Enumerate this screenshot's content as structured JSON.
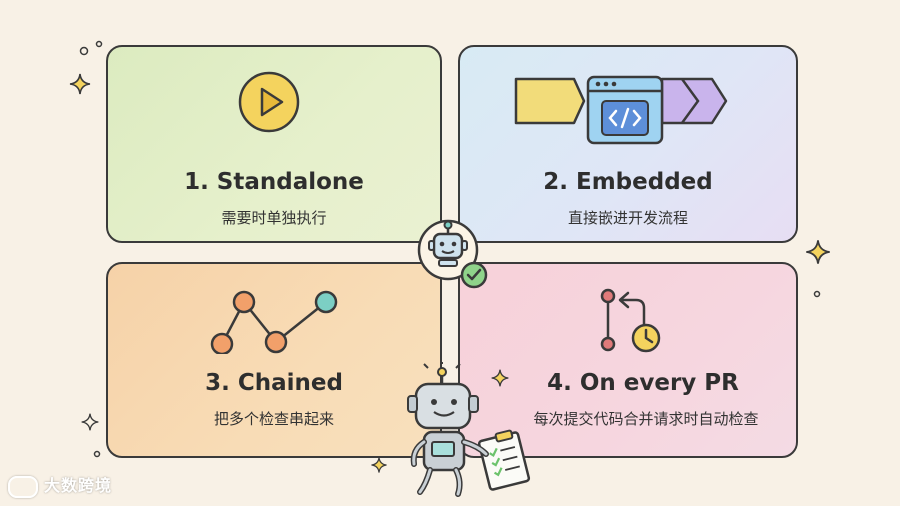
{
  "cards": [
    {
      "title": "1. Standalone",
      "subtitle": "需要时单独执行",
      "icon": "play-icon"
    },
    {
      "title": "2. Embedded",
      "subtitle": "直接嵌进开发流程",
      "icon": "code-window-pipeline-icon"
    },
    {
      "title": "3. Chained",
      "subtitle": "把多个检查串起来",
      "icon": "chained-nodes-icon"
    },
    {
      "title": "4. On every PR",
      "subtitle": "每次提交代码合并请求时自动检查",
      "icon": "pull-request-clock-icon"
    }
  ],
  "center_badge": {
    "icon": "robot-check-icon"
  },
  "mascot": {
    "icon": "robot-clipboard-icon"
  },
  "watermark": {
    "text": "大数跨境"
  },
  "colors": {
    "card1": "#dcebc0",
    "card2": "#d8ebf4",
    "card3": "#f6d2a8",
    "card4": "#f7d1d9",
    "accent_yellow": "#f4d35e",
    "accent_teal": "#7ccfc4",
    "accent_purple": "#a48ad8",
    "accent_red": "#e07a7a",
    "check_green": "#6cc36c"
  }
}
